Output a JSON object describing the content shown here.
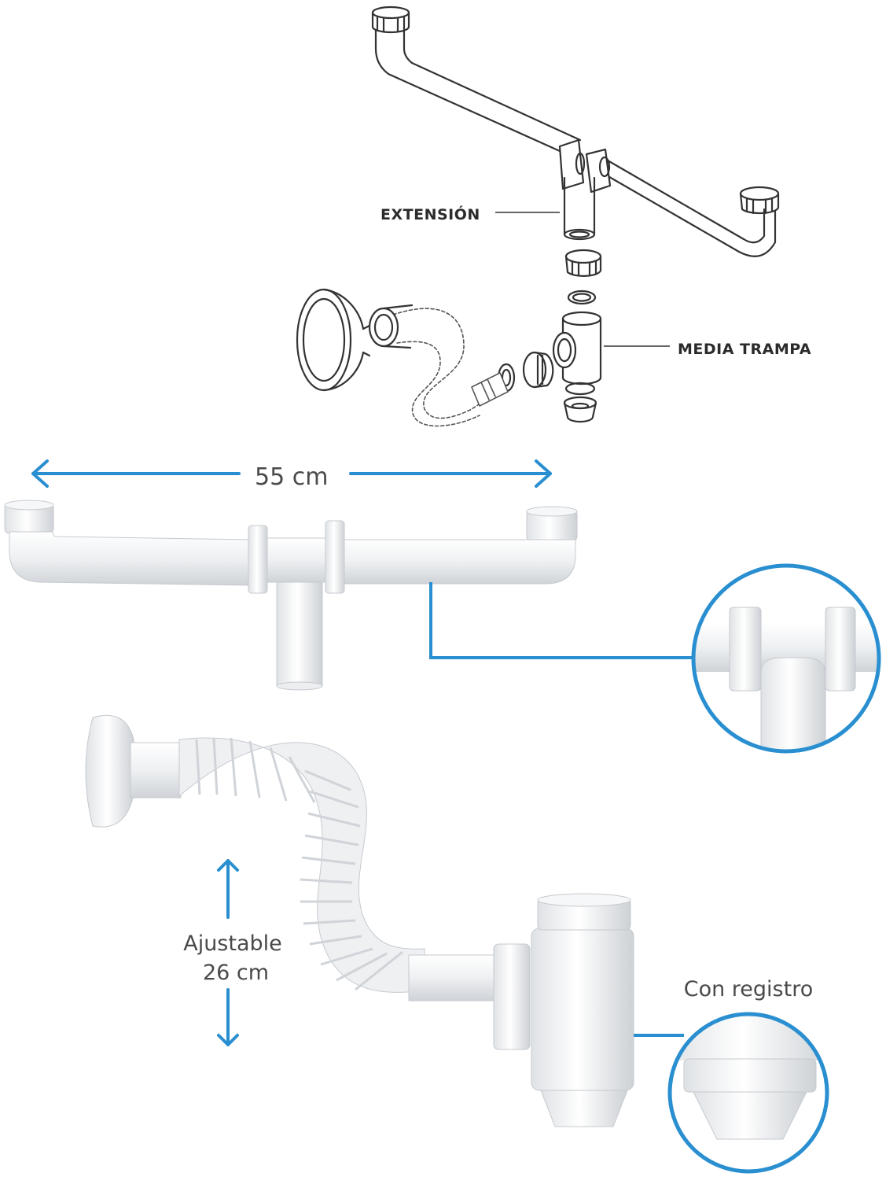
{
  "labels": {
    "extension": "EXTENSIÓN",
    "half_trap": "MEDIA TRAMPA",
    "width": "55 cm",
    "adjustable_line1": "Ajustable",
    "adjustable_line2": "26 cm",
    "with_cleanout": "Con registro"
  },
  "colors": {
    "accent": "#2a8fd0",
    "outline": "#333333",
    "pipe_fill": "#f3f4f5",
    "pipe_shadow": "#d9dcdf"
  }
}
